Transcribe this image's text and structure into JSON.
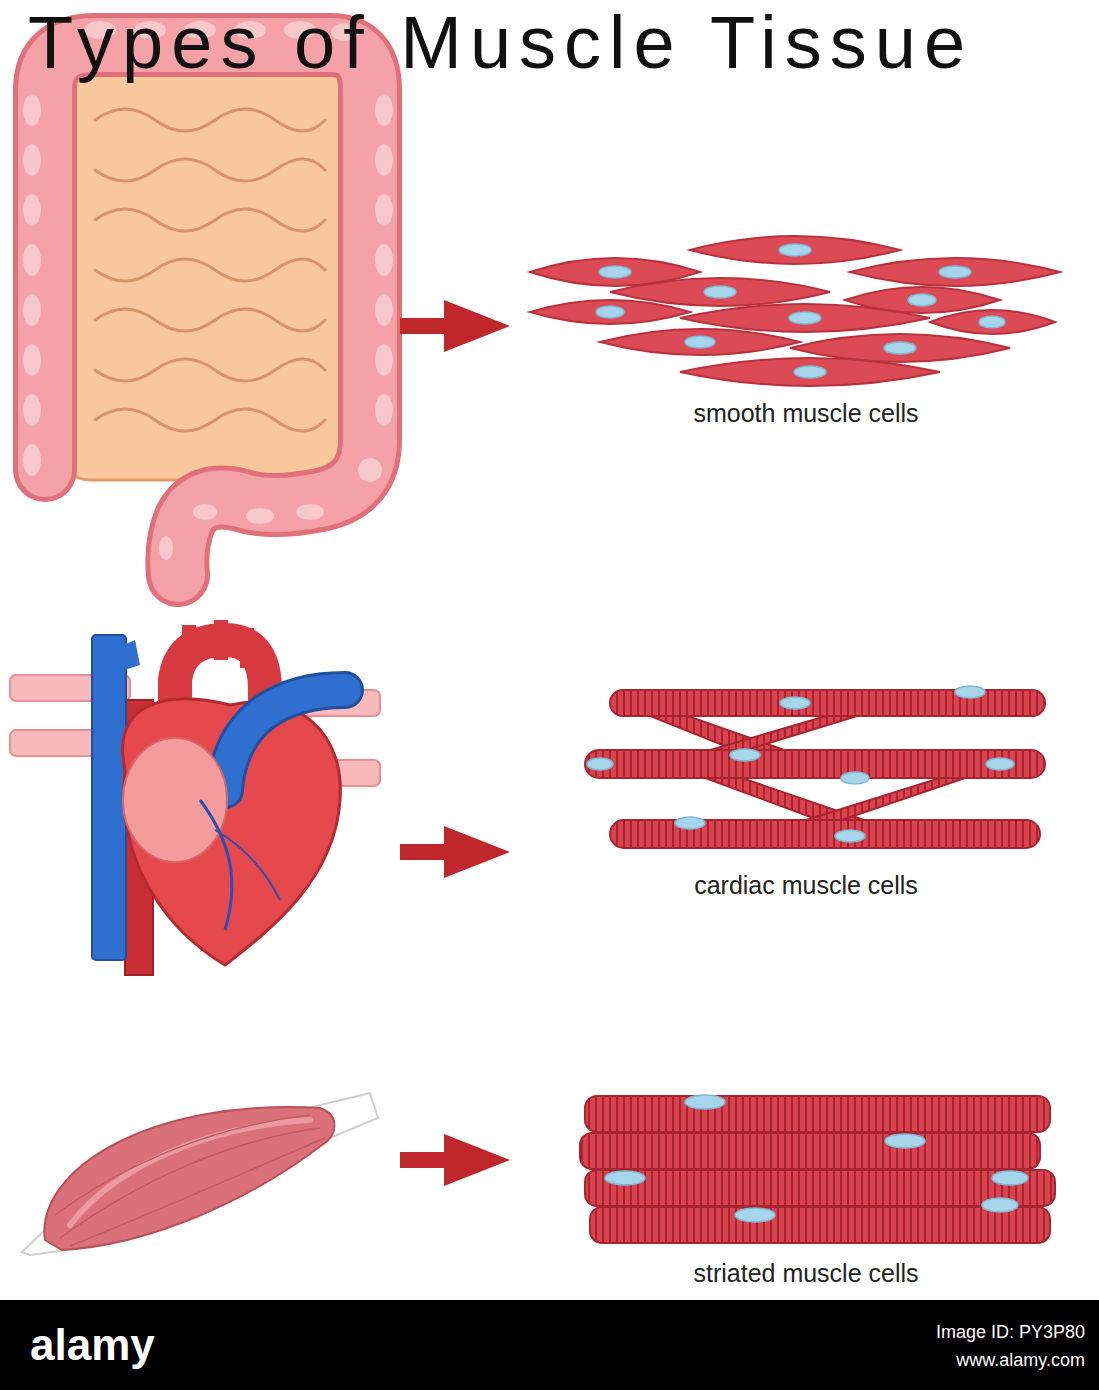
{
  "diagram": {
    "title": "Types of Muscle Tissue",
    "labels": [
      "smooth muscle cells",
      "cardiac muscle cells",
      "striated muscle cells",
      "alamy",
      "Image ID: PY3P80",
      "www.alamy.com"
    ]
  }
}
